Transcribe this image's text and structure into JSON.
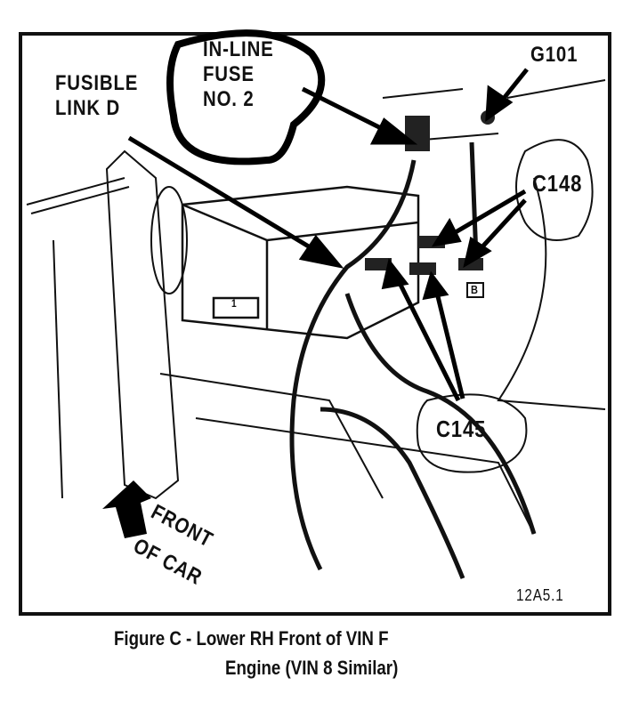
{
  "labels": {
    "fusible_link": [
      "FUSIBLE",
      "LINK D"
    ],
    "inline_fuse": [
      "IN-LINE",
      "FUSE",
      "NO. 2"
    ],
    "ground": "G101",
    "c148": "C148",
    "c145": "C145",
    "front": [
      "FRONT",
      "OF CAR"
    ],
    "battery_tag": "1",
    "connector_tag": "B",
    "figure_code": "12A5.1"
  },
  "caption": {
    "line1": "Figure C - Lower RH Front of VIN F",
    "line2": "Engine (VIN 8 Similar)"
  }
}
